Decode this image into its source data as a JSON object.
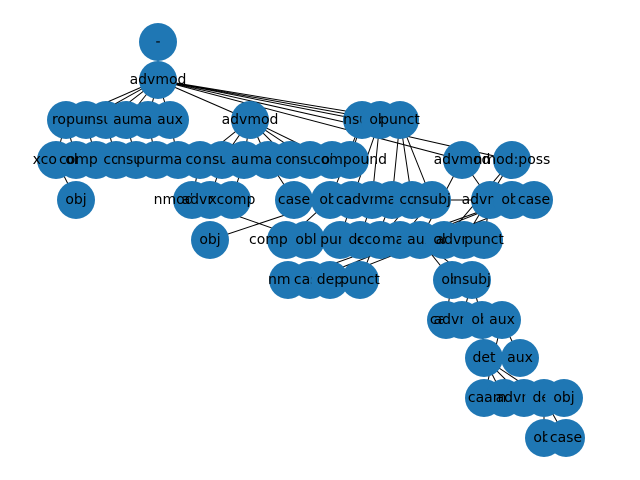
{
  "colors": {
    "node": "#1f77b4",
    "edge": "#000000",
    "text": "#000000",
    "background": "#ffffff"
  },
  "nodes": [
    {
      "id": "n0",
      "label": "-"
    },
    {
      "id": "n1",
      "label": "advmod"
    },
    {
      "id": "n2",
      "label": "root"
    },
    {
      "id": "n3",
      "label": "punct"
    },
    {
      "id": "n4",
      "label": "nsubj"
    },
    {
      "id": "n5",
      "label": "aux"
    },
    {
      "id": "n6",
      "label": "mark"
    },
    {
      "id": "n7",
      "label": "aux"
    },
    {
      "id": "n8",
      "label": "advmod"
    },
    {
      "id": "n9",
      "label": "nsubj"
    },
    {
      "id": "n10",
      "label": "obj"
    },
    {
      "id": "n11",
      "label": "punct"
    },
    {
      "id": "n12",
      "label": "advmod"
    },
    {
      "id": "n13",
      "label": "nmod:poss"
    },
    {
      "id": "n14",
      "label": "xcomp"
    },
    {
      "id": "n15",
      "label": "obj"
    },
    {
      "id": "n16",
      "label": "compound"
    },
    {
      "id": "n17",
      "label": "cop"
    },
    {
      "id": "n18",
      "label": "nsubj"
    },
    {
      "id": "n19",
      "label": "punct"
    },
    {
      "id": "n20",
      "label": "mark"
    },
    {
      "id": "n21",
      "label": "conj"
    },
    {
      "id": "n22",
      "label": "nsubj"
    },
    {
      "id": "n23",
      "label": "aux"
    },
    {
      "id": "n24",
      "label": "mark"
    },
    {
      "id": "n25",
      "label": "conj"
    },
    {
      "id": "n26",
      "label": "nsubj"
    },
    {
      "id": "n27",
      "label": "obj"
    },
    {
      "id": "n28",
      "label": "compound"
    },
    {
      "id": "n29",
      "label": "obj"
    },
    {
      "id": "n30",
      "label": "nmod:poss"
    },
    {
      "id": "n31",
      "label": "advmod"
    },
    {
      "id": "n32",
      "label": "xcomp"
    },
    {
      "id": "n33",
      "label": "case"
    },
    {
      "id": "n34",
      "label": "obj"
    },
    {
      "id": "n35",
      "label": "case"
    },
    {
      "id": "n36",
      "label": "advmod"
    },
    {
      "id": "n37",
      "label": "mark"
    },
    {
      "id": "n38",
      "label": "cop"
    },
    {
      "id": "n39",
      "label": "nsubj"
    },
    {
      "id": "n40",
      "label": "advmod"
    },
    {
      "id": "n41",
      "label": "obl"
    },
    {
      "id": "n42",
      "label": "case"
    },
    {
      "id": "n43",
      "label": "obj"
    },
    {
      "id": "n44",
      "label": "compound"
    },
    {
      "id": "n45",
      "label": "obl"
    },
    {
      "id": "n46",
      "label": "punct"
    },
    {
      "id": "n47",
      "label": "det"
    },
    {
      "id": "n48",
      "label": "ccomp"
    },
    {
      "id": "n49",
      "label": "mark"
    },
    {
      "id": "n50",
      "label": "aux"
    },
    {
      "id": "n51",
      "label": "obl"
    },
    {
      "id": "n52",
      "label": "advmod"
    },
    {
      "id": "n53",
      "label": "punct"
    },
    {
      "id": "n54",
      "label": "nmod"
    },
    {
      "id": "n55",
      "label": "case"
    },
    {
      "id": "n56",
      "label": "dep"
    },
    {
      "id": "n57",
      "label": "punct"
    },
    {
      "id": "n58",
      "label": "obj"
    },
    {
      "id": "n59",
      "label": "nsubj"
    },
    {
      "id": "n60",
      "label": "case"
    },
    {
      "id": "n61",
      "label": "advmod"
    },
    {
      "id": "n62",
      "label": "obl"
    },
    {
      "id": "n63",
      "label": "aux"
    },
    {
      "id": "n64",
      "label": "det"
    },
    {
      "id": "n65",
      "label": "aux"
    },
    {
      "id": "n66",
      "label": "case"
    },
    {
      "id": "n67",
      "label": "amod"
    },
    {
      "id": "n68",
      "label": "advmod"
    },
    {
      "id": "n69",
      "label": "det"
    },
    {
      "id": "n70",
      "label": "obj"
    },
    {
      "id": "n71",
      "label": "obl"
    },
    {
      "id": "n72",
      "label": "case"
    }
  ],
  "edges": [
    [
      "n0",
      "n1"
    ],
    [
      "n1",
      "n2"
    ],
    [
      "n1",
      "n3"
    ],
    [
      "n1",
      "n4"
    ],
    [
      "n1",
      "n5"
    ],
    [
      "n1",
      "n6"
    ],
    [
      "n1",
      "n7"
    ],
    [
      "n1",
      "n8"
    ],
    [
      "n1",
      "n9"
    ],
    [
      "n1",
      "n10"
    ],
    [
      "n1",
      "n11"
    ],
    [
      "n1",
      "n12"
    ],
    [
      "n1",
      "n13"
    ],
    [
      "n2",
      "n14"
    ],
    [
      "n2",
      "n15"
    ],
    [
      "n3",
      "n16"
    ],
    [
      "n4",
      "n17"
    ],
    [
      "n5",
      "n18"
    ],
    [
      "n6",
      "n19"
    ],
    [
      "n7",
      "n20"
    ],
    [
      "n14",
      "n29"
    ],
    [
      "n8",
      "n21"
    ],
    [
      "n8",
      "n22"
    ],
    [
      "n8",
      "n23"
    ],
    [
      "n8",
      "n24"
    ],
    [
      "n8",
      "n25"
    ],
    [
      "n8",
      "n26"
    ],
    [
      "n8",
      "n27"
    ],
    [
      "n21",
      "n30"
    ],
    [
      "n22",
      "n31"
    ],
    [
      "n23",
      "n32"
    ],
    [
      "n24",
      "n33"
    ],
    [
      "n30",
      "n45"
    ],
    [
      "n33",
      "n41"
    ],
    [
      "n33",
      "n42"
    ],
    [
      "n41",
      "n54"
    ],
    [
      "n41",
      "n55"
    ],
    [
      "n42",
      "n56"
    ],
    [
      "n9",
      "n28"
    ],
    [
      "n9",
      "n34"
    ],
    [
      "n10",
      "n35"
    ],
    [
      "n10",
      "n36"
    ],
    [
      "n11",
      "n37"
    ],
    [
      "n11",
      "n38"
    ],
    [
      "n11",
      "n39"
    ],
    [
      "n34",
      "n43"
    ],
    [
      "n34",
      "n44"
    ],
    [
      "n35",
      "n46"
    ],
    [
      "n36",
      "n47"
    ],
    [
      "n37",
      "n57"
    ],
    [
      "n38",
      "n48"
    ],
    [
      "n39",
      "n49"
    ],
    [
      "n12",
      "n40"
    ],
    [
      "n12",
      "n50"
    ],
    [
      "n13",
      "n51"
    ],
    [
      "n13",
      "n52"
    ],
    [
      "n40",
      "n53"
    ],
    [
      "n50",
      "n58"
    ],
    [
      "n50",
      "n59"
    ],
    [
      "n58",
      "n60"
    ],
    [
      "n59",
      "n61"
    ],
    [
      "n59",
      "n62"
    ],
    [
      "n62",
      "n63"
    ],
    [
      "n62",
      "n64"
    ],
    [
      "n63",
      "n65"
    ],
    [
      "n63",
      "n66"
    ],
    [
      "n64",
      "n67"
    ],
    [
      "n64",
      "n68"
    ],
    [
      "n64",
      "n69"
    ],
    [
      "n69",
      "n70"
    ],
    [
      "n69",
      "n71"
    ],
    [
      "n69",
      "n72"
    ]
  ]
}
